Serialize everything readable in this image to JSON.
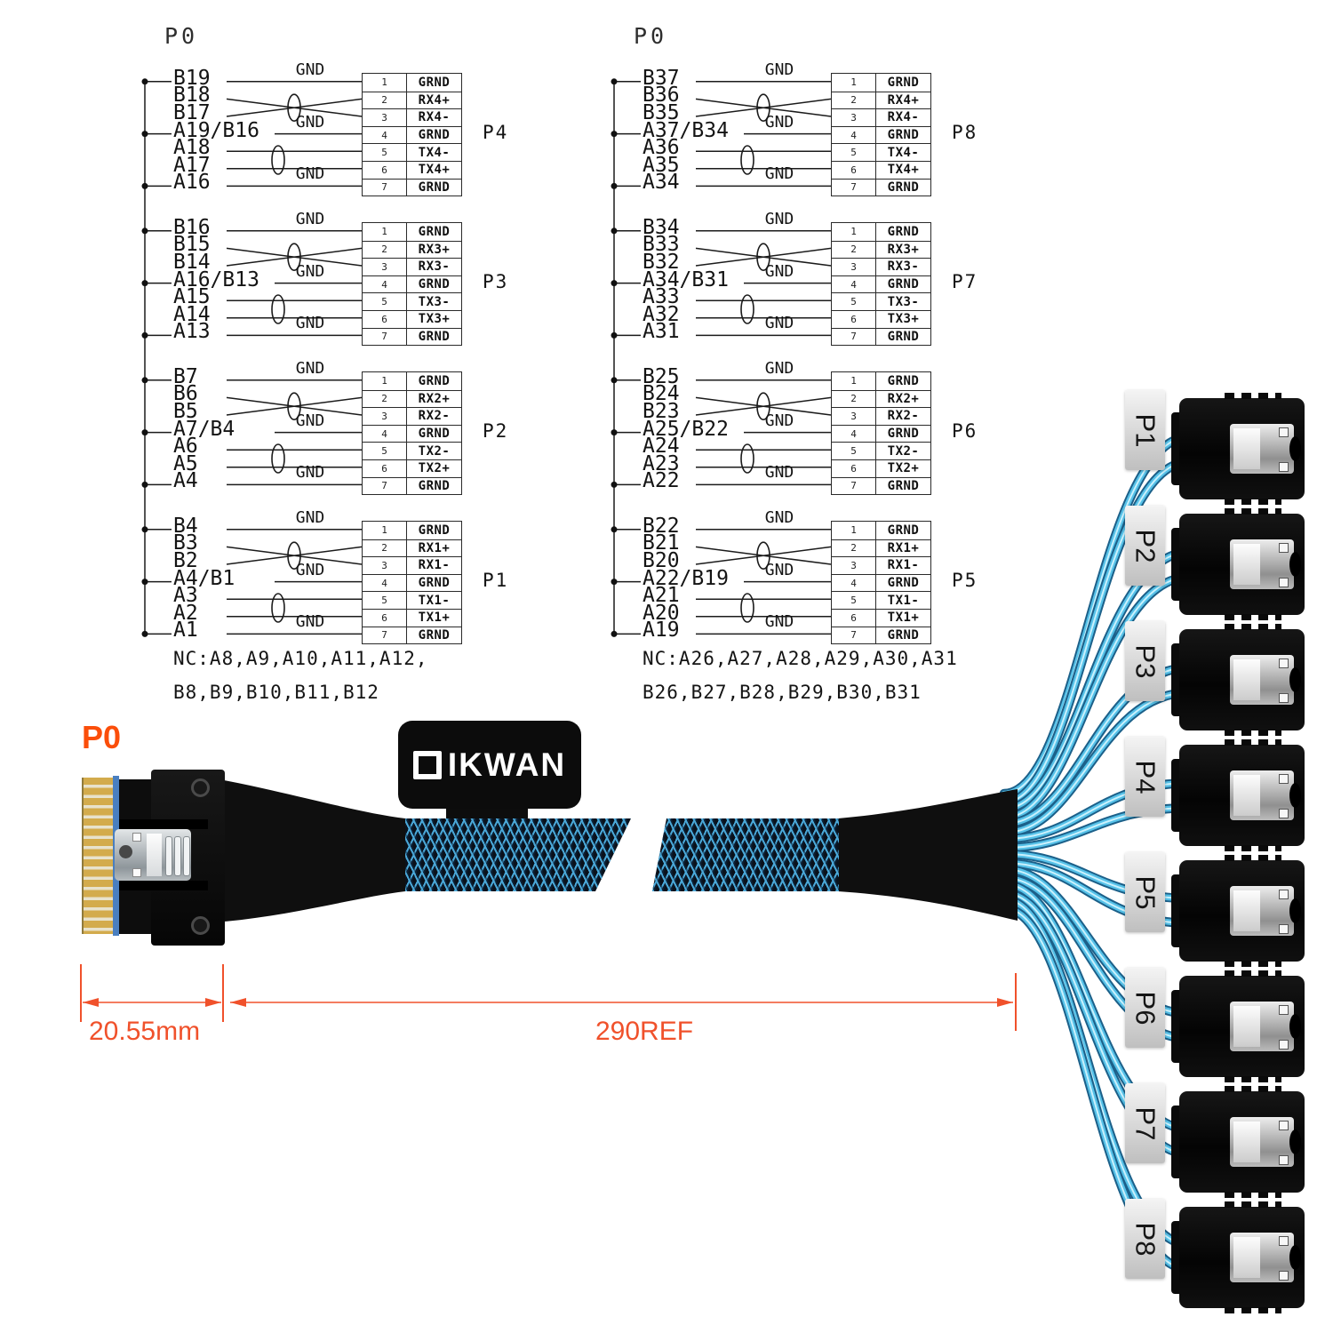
{
  "diagram": {
    "gnd_label": "GND",
    "columns": [
      {
        "header": "P0",
        "nc_lines": [
          "NC:A8,A9,A10,A11,A12,",
          "B8,B9,B10,B11,B12"
        ],
        "blocks": [
          {
            "port": "P4",
            "wires": [
              "B19",
              "B18",
              "B17",
              "A19/B16",
              "A18",
              "A17",
              "A16"
            ],
            "pins": [
              [
                "1",
                "GRND"
              ],
              [
                "2",
                "RX4+"
              ],
              [
                "3",
                "RX4-"
              ],
              [
                "4",
                "GRND"
              ],
              [
                "5",
                "TX4-"
              ],
              [
                "6",
                "TX4+"
              ],
              [
                "7",
                "GRND"
              ]
            ]
          },
          {
            "port": "P3",
            "wires": [
              "B16",
              "B15",
              "B14",
              "A16/B13",
              "A15",
              "A14",
              "A13"
            ],
            "pins": [
              [
                "1",
                "GRND"
              ],
              [
                "2",
                "RX3+"
              ],
              [
                "3",
                "RX3-"
              ],
              [
                "4",
                "GRND"
              ],
              [
                "5",
                "TX3-"
              ],
              [
                "6",
                "TX3+"
              ],
              [
                "7",
                "GRND"
              ]
            ]
          },
          {
            "port": "P2",
            "wires": [
              "B7",
              "B6",
              "B5",
              "A7/B4",
              "A6",
              "A5",
              "A4"
            ],
            "pins": [
              [
                "1",
                "GRND"
              ],
              [
                "2",
                "RX2+"
              ],
              [
                "3",
                "RX2-"
              ],
              [
                "4",
                "GRND"
              ],
              [
                "5",
                "TX2-"
              ],
              [
                "6",
                "TX2+"
              ],
              [
                "7",
                "GRND"
              ]
            ]
          },
          {
            "port": "P1",
            "wires": [
              "B4",
              "B3",
              "B2",
              "A4/B1",
              "A3",
              "A2",
              "A1"
            ],
            "pins": [
              [
                "1",
                "GRND"
              ],
              [
                "2",
                "RX1+"
              ],
              [
                "3",
                "RX1-"
              ],
              [
                "4",
                "GRND"
              ],
              [
                "5",
                "TX1-"
              ],
              [
                "6",
                "TX1+"
              ],
              [
                "7",
                "GRND"
              ]
            ]
          }
        ]
      },
      {
        "header": "P0",
        "nc_lines": [
          "NC:A26,A27,A28,A29,A30,A31",
          "B26,B27,B28,B29,B30,B31"
        ],
        "blocks": [
          {
            "port": "P8",
            "wires": [
              "B37",
              "B36",
              "B35",
              "A37/B34",
              "A36",
              "A35",
              "A34"
            ],
            "pins": [
              [
                "1",
                "GRND"
              ],
              [
                "2",
                "RX4+"
              ],
              [
                "3",
                "RX4-"
              ],
              [
                "4",
                "GRND"
              ],
              [
                "5",
                "TX4-"
              ],
              [
                "6",
                "TX4+"
              ],
              [
                "7",
                "GRND"
              ]
            ]
          },
          {
            "port": "P7",
            "wires": [
              "B34",
              "B33",
              "B32",
              "A34/B31",
              "A33",
              "A32",
              "A31"
            ],
            "pins": [
              [
                "1",
                "GRND"
              ],
              [
                "2",
                "RX3+"
              ],
              [
                "3",
                "RX3-"
              ],
              [
                "4",
                "GRND"
              ],
              [
                "5",
                "TX3-"
              ],
              [
                "6",
                "TX3+"
              ],
              [
                "7",
                "GRND"
              ]
            ]
          },
          {
            "port": "P6",
            "wires": [
              "B25",
              "B24",
              "B23",
              "A25/B22",
              "A24",
              "A23",
              "A22"
            ],
            "pins": [
              [
                "1",
                "GRND"
              ],
              [
                "2",
                "RX2+"
              ],
              [
                "3",
                "RX2-"
              ],
              [
                "4",
                "GRND"
              ],
              [
                "5",
                "TX2-"
              ],
              [
                "6",
                "TX2+"
              ],
              [
                "7",
                "GRND"
              ]
            ]
          },
          {
            "port": "P5",
            "wires": [
              "B22",
              "B21",
              "B20",
              "A22/B19",
              "A21",
              "A20",
              "A19"
            ],
            "pins": [
              [
                "1",
                "GRND"
              ],
              [
                "2",
                "RX1+"
              ],
              [
                "3",
                "RX1-"
              ],
              [
                "4",
                "GRND"
              ],
              [
                "5",
                "TX1-"
              ],
              [
                "6",
                "TX1+"
              ],
              [
                "7",
                "GRND"
              ]
            ]
          }
        ]
      }
    ]
  },
  "product": {
    "p0_label": "P0",
    "brand": "OIKWAN",
    "dim_left": "20.55mm",
    "dim_right": "290REF",
    "sata_labels": [
      "P1",
      "P2",
      "P3",
      "P4",
      "P5",
      "P6",
      "P7",
      "P8"
    ]
  },
  "colors": {
    "p0_label": "#fb4e0a",
    "dimension": "#f0512b",
    "cable_edge": "#1c6089",
    "cable_core": "#56c1e8",
    "cable_sheen": "#c9f1fd",
    "braid": "#4aa8d8",
    "tag_text": "#161616"
  }
}
